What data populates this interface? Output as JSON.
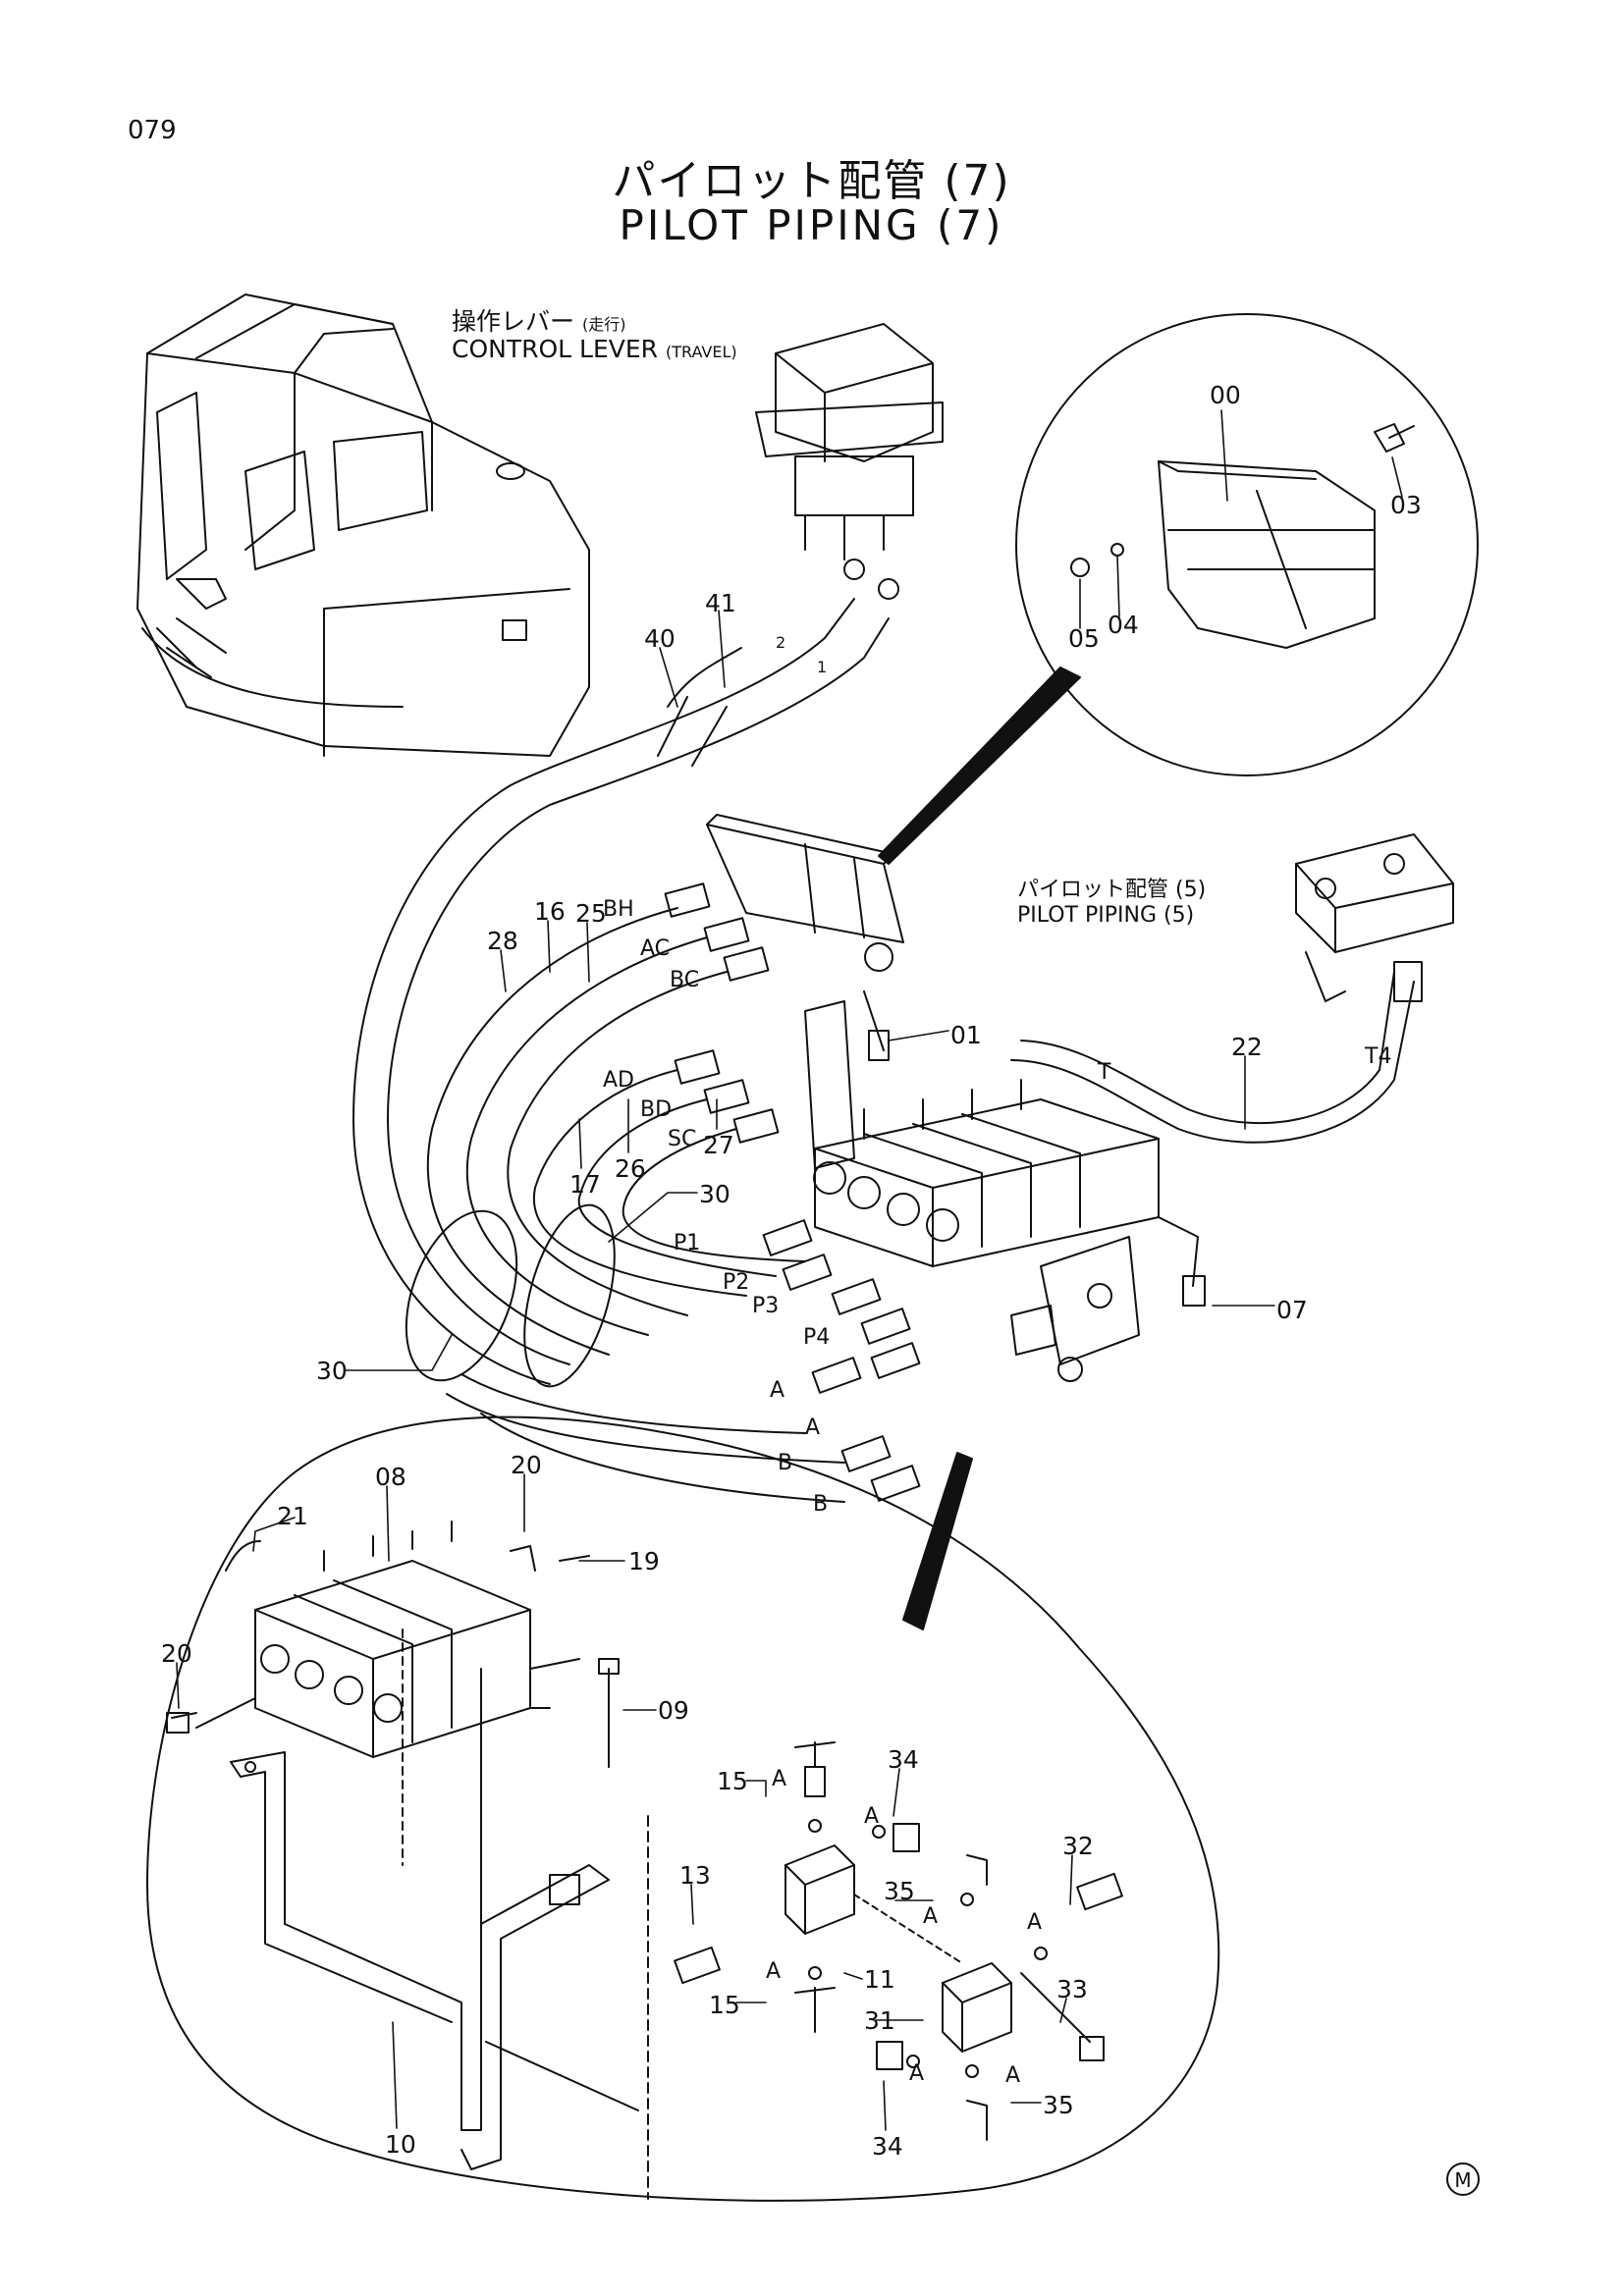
{
  "page_number": "079",
  "title_jp": "パイロット配管 (7)",
  "title_en": "PILOT PIPING (7)",
  "callouts": {
    "control_lever_jp": "操作レバー",
    "control_lever_jp_sub": "(走行)",
    "control_lever_en": "CONTROL LEVER",
    "control_lever_en_sub": "(TRAVEL)",
    "pilot5_jp": "パイロット配管 (5)",
    "pilot5_en": "PILOT PIPING (5)"
  },
  "part_numbers": {
    "p00": "00",
    "p01": "01",
    "p03": "03",
    "p04": "04",
    "p05": "05",
    "p07": "07",
    "p08": "08",
    "p09": "09",
    "p10": "10",
    "p11": "11",
    "p13": "13",
    "p15a": "15",
    "p15b": "15",
    "p16": "16",
    "p17": "17",
    "p19": "19",
    "p20a": "20",
    "p20b": "20",
    "p21": "21",
    "p22": "22",
    "p25": "25",
    "p26": "26",
    "p27": "27",
    "p28": "28",
    "p30a": "30",
    "p30b": "30",
    "p31": "31",
    "p32": "32",
    "p33": "33",
    "p34a": "34",
    "p34b": "34",
    "p35a": "35",
    "p35b": "35",
    "p40": "40",
    "p41": "41"
  },
  "port_labels": {
    "BH": "BH",
    "AC": "AC",
    "BC": "BC",
    "AD": "AD",
    "BD": "BD",
    "SC": "SC",
    "P1": "P1",
    "P2": "P2",
    "P3": "P3",
    "P4": "P4",
    "A1": "A",
    "A2": "A",
    "B1": "B",
    "B2": "B",
    "T": "T",
    "T4": "T4",
    "h1": "1",
    "h2": "2",
    "Aa": "A",
    "Ab": "A",
    "Ac": "A",
    "Ad": "A",
    "Ae": "A",
    "Af": "A",
    "Ag": "A"
  },
  "mark": "M"
}
